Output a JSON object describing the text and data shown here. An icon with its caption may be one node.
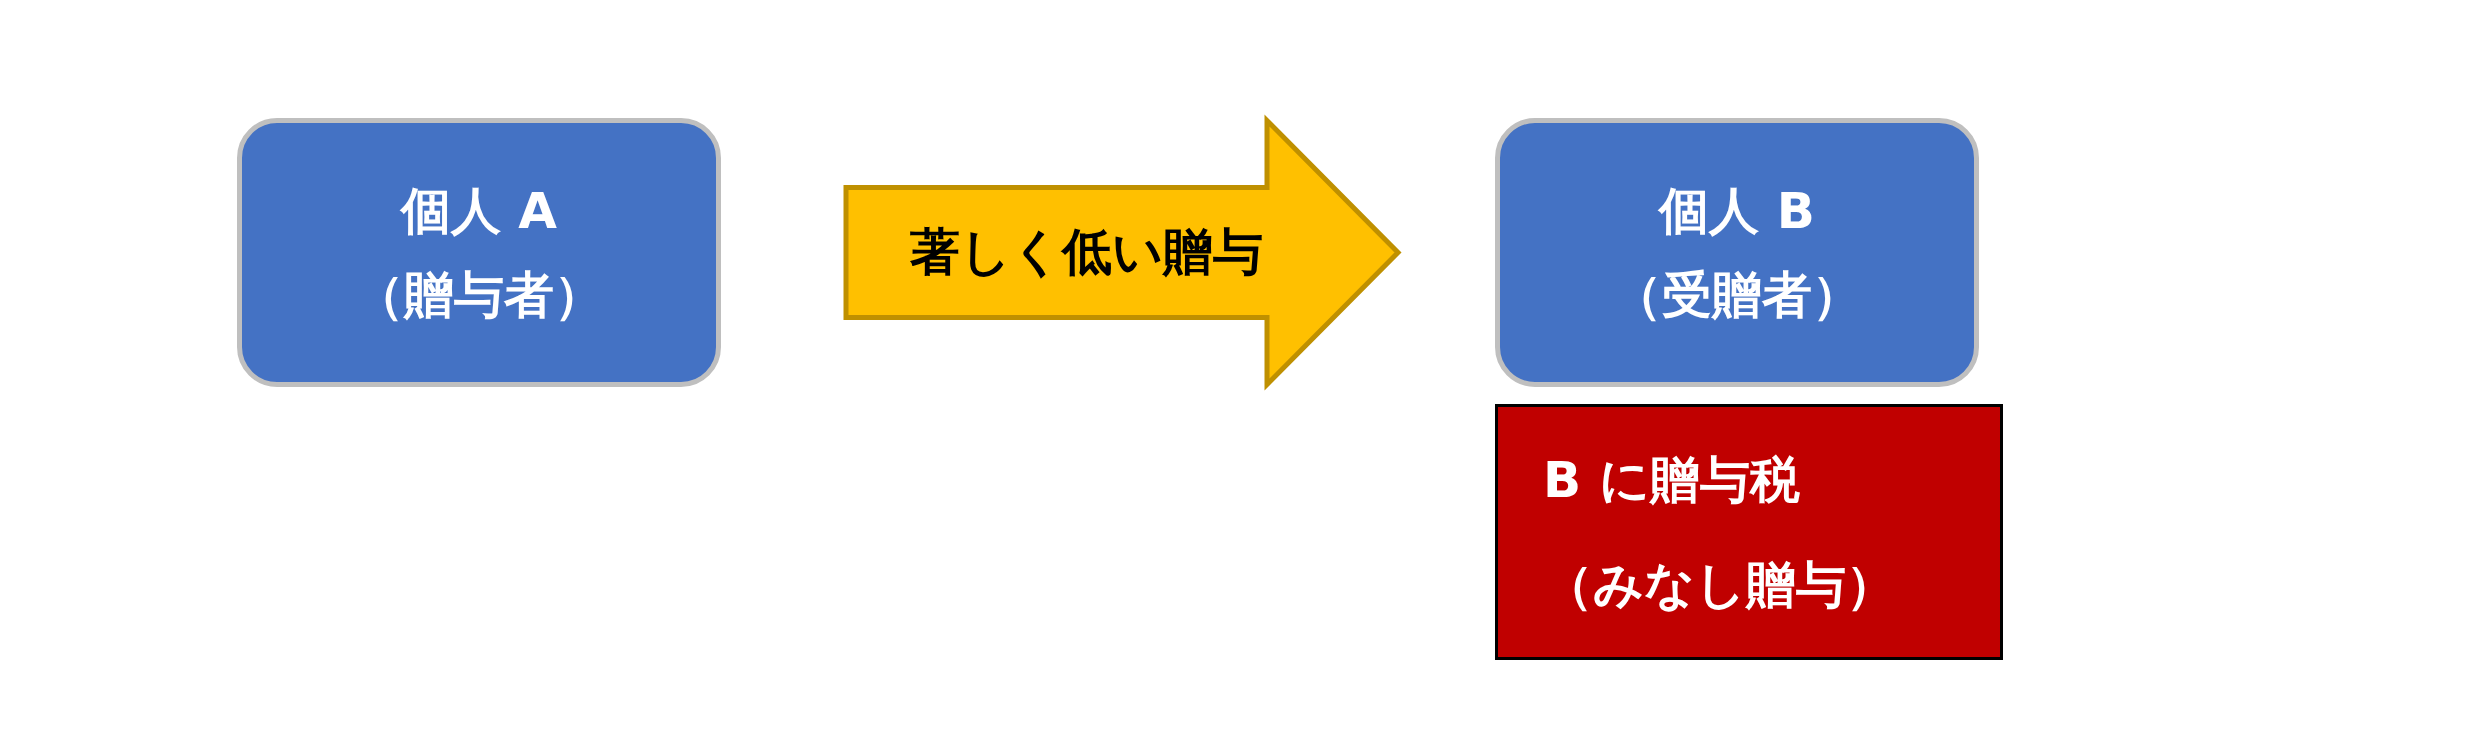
{
  "diagram": {
    "nodes": [
      {
        "text": [
          "個人 A",
          "（贈与者）"
        ]
      },
      {
        "text": [
          "個人 B",
          "（受贈者）"
        ]
      },
      {
        "text": [
          "B に贈与税",
          "（みなし贈与）"
        ]
      }
    ],
    "edges": [
      {
        "from": 0,
        "to": 1,
        "arrow": "to",
        "label": "著しく低い贈与"
      }
    ]
  }
}
